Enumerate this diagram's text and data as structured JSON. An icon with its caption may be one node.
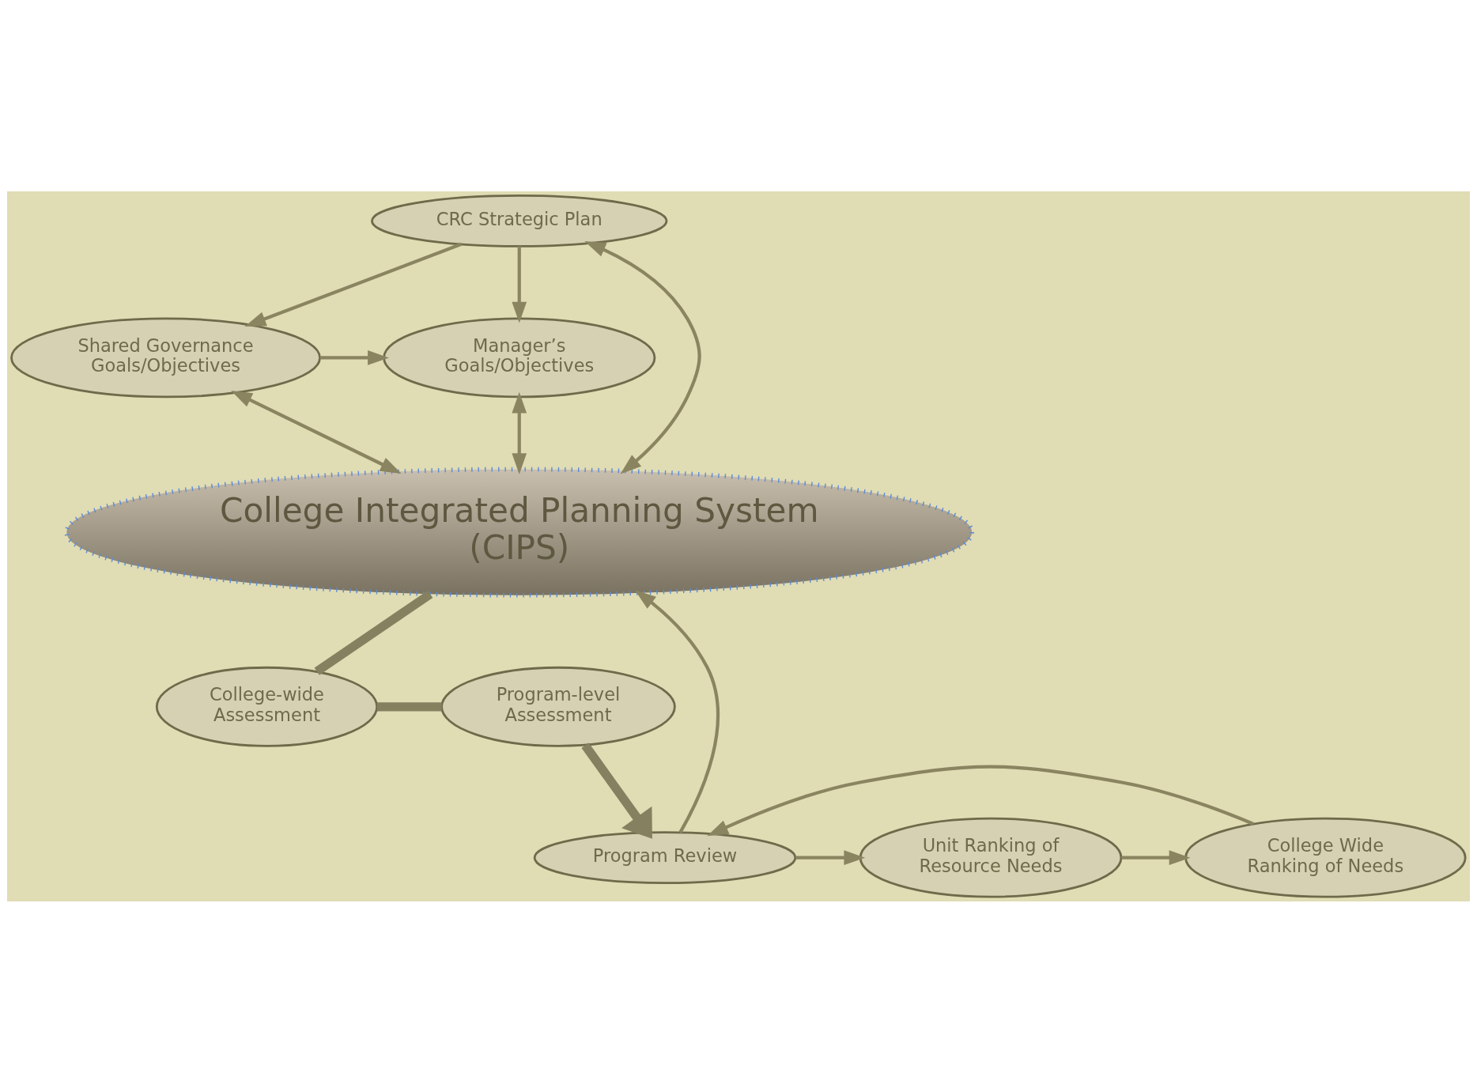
{
  "diagram": {
    "nodes": [
      {
        "text": [
          "CRC Strategic Plan"
        ]
      },
      {
        "text": [
          "Manager’s Goals/Objectives"
        ]
      },
      {
        "text": [
          "Shared Governance Goals/Objectives"
        ]
      },
      {
        "text": [
          "College Integrated Planning System (CIPS)"
        ]
      },
      {
        "text": [
          "Unit Ranking of Resource Needs"
        ]
      },
      {
        "text": [
          "Program Review"
        ]
      },
      {
        "text": [
          "College Wide Ranking of Needs"
        ]
      },
      {
        "text": [
          "College-wide Assessment"
        ]
      },
      {
        "text": [
          "Program-level Assessment"
        ]
      }
    ],
    "edges": [
      {
        "from": 0,
        "to": 1,
        "arrow": "to"
      },
      {
        "from": 0,
        "to": 2,
        "arrow": "to"
      },
      {
        "from": 2,
        "to": 1,
        "arrow": "to"
      },
      {
        "from": 1,
        "to": 3,
        "arrow": "both"
      },
      {
        "from": 0,
        "to": 3,
        "arrow": "both"
      },
      {
        "from": 2,
        "to": 3,
        "arrow": "both"
      },
      {
        "from": 5,
        "to": 3,
        "arrow": "to"
      },
      {
        "from": 5,
        "to": 4,
        "arrow": "to"
      },
      {
        "from": 4,
        "to": 6,
        "arrow": "to"
      },
      {
        "from": 6,
        "to": 5,
        "arrow": "to"
      },
      {
        "from": 3,
        "to": 7,
        "arrow": "none",
        "style": "thick"
      },
      {
        "from": 7,
        "to": 8,
        "arrow": "none",
        "style": "thick"
      },
      {
        "from": 8,
        "to": 5,
        "arrow": "to",
        "style": "thick"
      }
    ]
  }
}
